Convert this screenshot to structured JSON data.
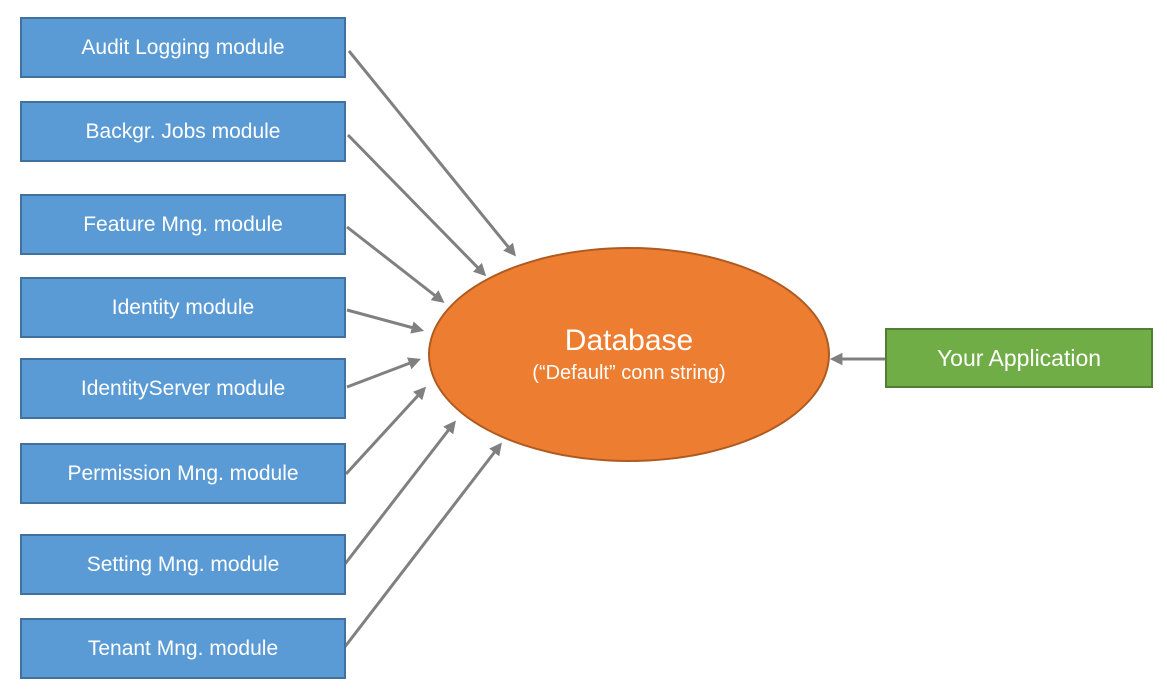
{
  "diagram": {
    "modules": [
      {
        "label": "Audit Logging module"
      },
      {
        "label": "Backgr. Jobs module"
      },
      {
        "label": "Feature Mng. module"
      },
      {
        "label": "Identity module"
      },
      {
        "label": "IdentityServer module"
      },
      {
        "label": "Permission Mng. module"
      },
      {
        "label": "Setting Mng. module"
      },
      {
        "label": "Tenant Mng. module"
      }
    ],
    "database": {
      "title": "Database",
      "subtitle": "(“Default” conn string)"
    },
    "application": {
      "label": "Your Application"
    },
    "connections": [
      {
        "from": "Audit Logging module",
        "to": "Database"
      },
      {
        "from": "Backgr. Jobs module",
        "to": "Database"
      },
      {
        "from": "Feature Mng. module",
        "to": "Database"
      },
      {
        "from": "Identity module",
        "to": "Database"
      },
      {
        "from": "IdentityServer module",
        "to": "Database"
      },
      {
        "from": "Permission Mng. module",
        "to": "Database"
      },
      {
        "from": "Setting Mng. module",
        "to": "Database"
      },
      {
        "from": "Tenant Mng. module",
        "to": "Database"
      },
      {
        "from": "Your Application",
        "to": "Database"
      }
    ],
    "colors": {
      "module_fill": "#5B9BD5",
      "module_border": "#41719C",
      "database_fill": "#ED7D31",
      "database_border": "#AE5A21",
      "application_fill": "#70AD47",
      "application_border": "#507E32",
      "arrow": "#808080",
      "text": "#FFFFFF",
      "background": "#FFFFFF"
    }
  }
}
